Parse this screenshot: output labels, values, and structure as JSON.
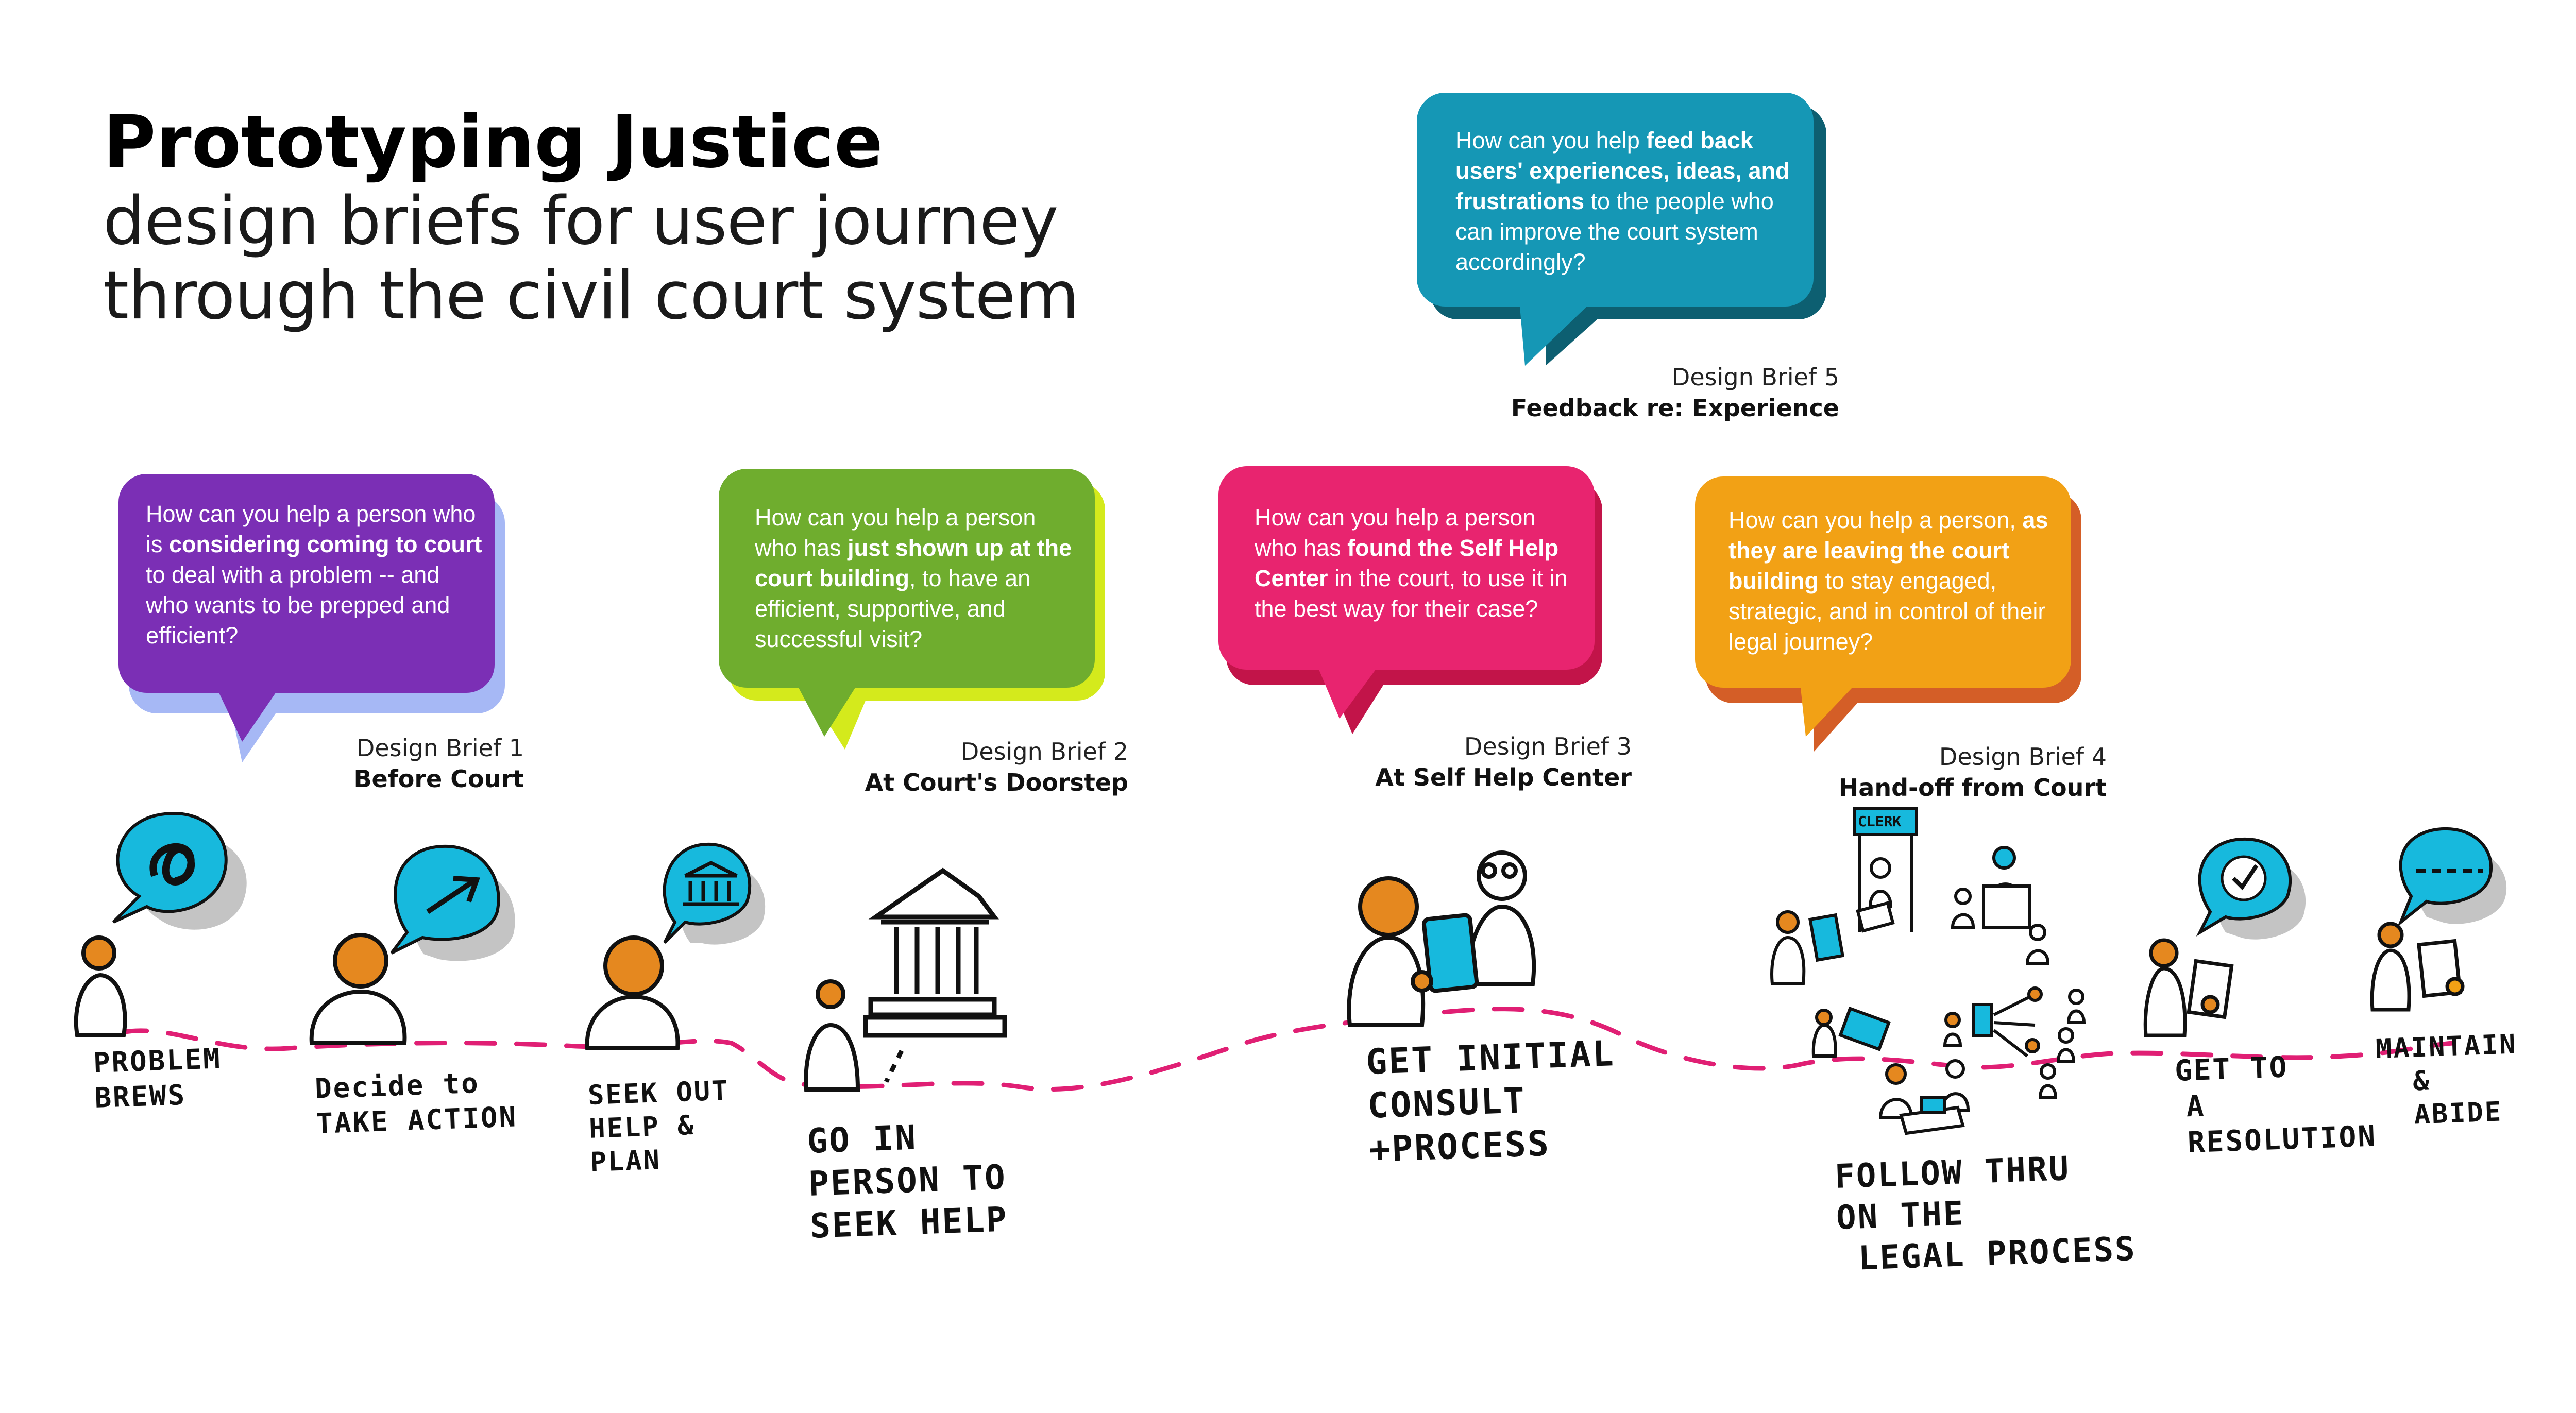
{
  "title": {
    "main": "Prototyping Justice",
    "line1": "design briefs for user journey",
    "line2": "through the civil court system"
  },
  "briefs": [
    {
      "number": "Design Brief 1",
      "name": "Before Court",
      "text_pre": "How can you help a person who is ",
      "text_bold": "considering coming to court",
      "text_post": " to deal with a problem -- and who wants to be prepped and efficient?",
      "color": "#7b2fb5",
      "shadow": "#a6b8f5"
    },
    {
      "number": "Design Brief 2",
      "name": "At Court's Doorstep",
      "text_pre": "How can you help a person who has ",
      "text_bold": "just shown up at the court building",
      "text_post": ", to have an efficient, supportive, and successful visit?",
      "color": "#6fad2e",
      "shadow": "#d4ea1c"
    },
    {
      "number": "Design Brief 3",
      "name": "At Self Help Center",
      "text_pre": "How can you help a person who has ",
      "text_bold": "found the Self Help Center",
      "text_post": " in the court, to use it in the best way for their case?",
      "color": "#e8246f",
      "shadow": "#c21449"
    },
    {
      "number": "Design Brief 4",
      "name": "Hand-off from Court",
      "text_pre": "How can you help a person, ",
      "text_bold": "as they are leaving the court building",
      "text_post": " to stay engaged, strategic, and in control of their legal journey?",
      "color": "#f2a115",
      "shadow": "#d45e27"
    },
    {
      "number": "Design Brief 5",
      "name": "Feedback re: Experience",
      "text_pre": "How can you help ",
      "text_bold": "feed back users' experiences, ideas, and frustrations",
      "text_post": " to the people who can improve the court system accordingly?",
      "color": "#1597b5",
      "shadow": "#0d5f71"
    }
  ],
  "stages": [
    {
      "line1": "PROBLEM",
      "line2": "BREWS",
      "line3": ""
    },
    {
      "line1": "Decide to",
      "line2": "TAKE ACTION",
      "line3": ""
    },
    {
      "line1": "SEEK OUT",
      "line2": "HELP &",
      "line3": "PLAN"
    },
    {
      "line1": "GO IN",
      "line2": "PERSON TO",
      "line3": "SEEK HELP"
    },
    {
      "line1": "GET INITIAL",
      "line2": "CONSULT",
      "line3": "+PROCESS"
    },
    {
      "line1": "FOLLOW THRU",
      "line2": "ON THE",
      "line3": "LEGAL PROCESS"
    },
    {
      "line1": "GET TO",
      "line2": "A",
      "line3": "RESOLUTION"
    },
    {
      "line1": "MAINTAIN",
      "line2": "&",
      "line3": "ABIDE"
    }
  ],
  "clerk_sign": "CLERK",
  "colors": {
    "path": "#e01f74",
    "figure_head": "#e5881f",
    "icon_blue": "#17b9dd"
  }
}
